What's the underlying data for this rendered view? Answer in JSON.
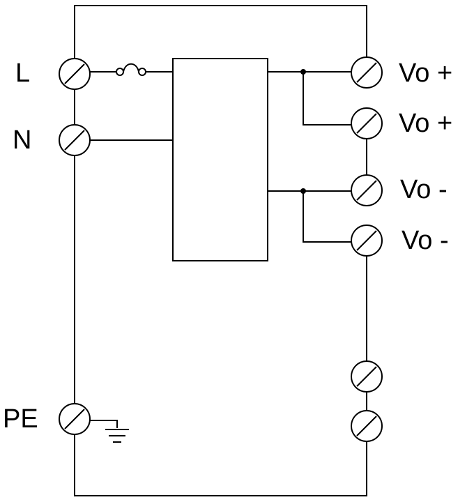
{
  "colors": {
    "line": "#000000",
    "background": "#ffffff"
  },
  "terminals": {
    "left": [
      {
        "id": "L",
        "label": "L"
      },
      {
        "id": "N",
        "label": "N"
      },
      {
        "id": "PE",
        "label": "PE"
      }
    ],
    "right": [
      {
        "id": "vo_plus_1",
        "label": "Vo +"
      },
      {
        "id": "vo_plus_2",
        "label": "Vo +"
      },
      {
        "id": "vo_minus_1",
        "label": "Vo -"
      },
      {
        "id": "vo_minus_2",
        "label": "Vo -"
      },
      {
        "id": "unlabeled_1",
        "label": ""
      },
      {
        "id": "unlabeled_2",
        "label": ""
      }
    ]
  },
  "components": {
    "fuse": "fuse-icon",
    "converter": "converter-block",
    "ground": "ground-icon"
  }
}
